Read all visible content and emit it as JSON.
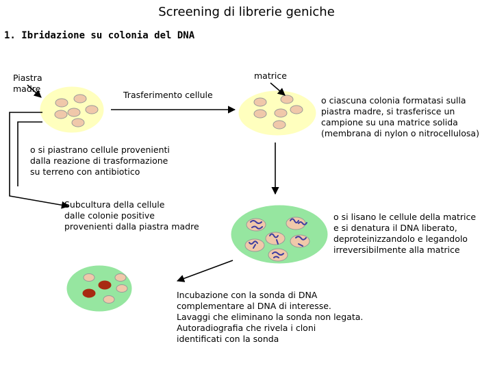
{
  "title": "Screening di librerie geniche",
  "section_heading": "1. Ibridazione su colonia del DNA",
  "labels": {
    "piastra_madre": "Piastra\nmadre",
    "matrice": "matrice",
    "trasferimento": "Trasferimento cellule"
  },
  "notes": {
    "colonia": "o ciascuna colonia formatasi sulla\npiastra madre, si trasferisce un\ncampione su una matrice solida\n(membrana di nylon o nitrocellulosa)",
    "piastrano": "o si piastrano cellule provenienti\ndalla reazione di trasformazione\nsu terreno con antibiotico",
    "subcultura": "Subcultura della cellule\ndalle colonie positive\nprovenienti dalla piastra madre",
    "lisano": "o si lisano le cellule della matrice\ne si denatura il DNA liberato,\ndeproteinizzandolo e legandolo\nirreversibilmente alla matrice",
    "incubazione": "Incubazione con la sonda di DNA\ncomplementare al DNA di interesse.\nLavaggi che eliminano la sonda non legata.\nAutoradiografia che rivela i cloni\nidentificati con la sonda"
  },
  "colors": {
    "plate_yellow": "#ffffbe",
    "plate_green": "#96e6a0",
    "colony_fill": "#f0c8aa",
    "colony_stroke": "#999999",
    "positive_colony": "#a82a12",
    "dna_strand": "#3c3ca0",
    "arrow": "#000000"
  }
}
